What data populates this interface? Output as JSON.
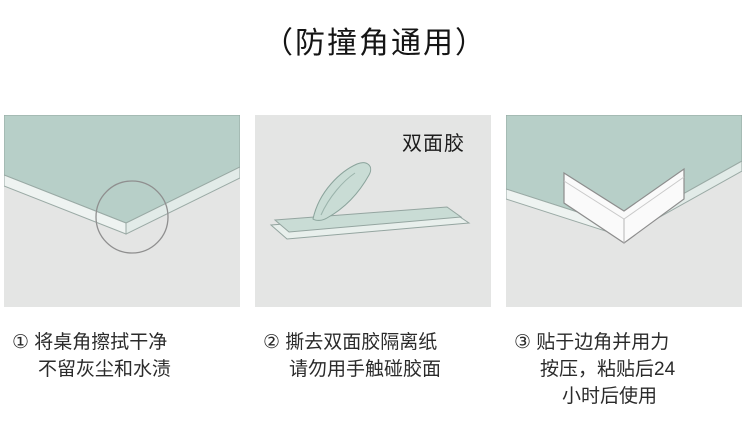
{
  "title": "（防撞角通用）",
  "panels": [
    {
      "caption": [
        "① 将桌角擦拭干净",
        "不留灰尘和水渍"
      ]
    },
    {
      "label": "双面胶",
      "caption": [
        "② 撕去双面胶隔离纸",
        "请勿用手触碰胶面"
      ]
    },
    {
      "caption": [
        "③ 贴于边角并用力",
        "按压，粘贴后24",
        "小时后使用"
      ]
    }
  ],
  "colors": {
    "panel_bg": "#e4e5e4",
    "tabletop": "#b7cfc8",
    "edge_line": "#93a7a1",
    "highlight_circle": "#8f8f8f",
    "tape": "#c9dcd5",
    "release_paper": "#e8efec",
    "protector": "#fafafa"
  }
}
